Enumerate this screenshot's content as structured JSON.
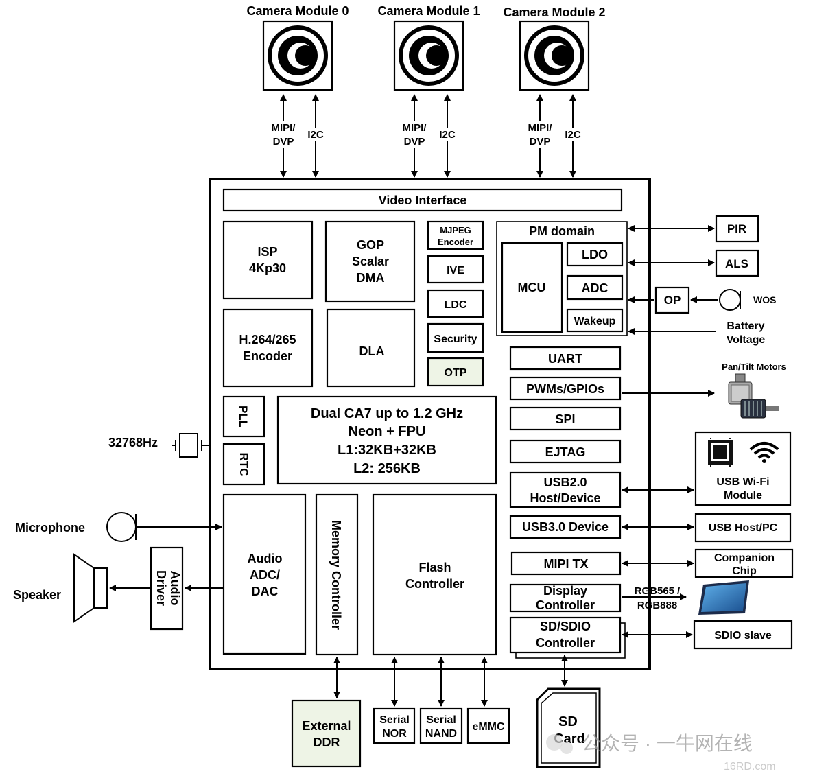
{
  "cameras": [
    {
      "title": "Camera Module 0",
      "bus_a": [
        "MIPI/",
        "DVP"
      ],
      "bus_b": "I2C"
    },
    {
      "title": "Camera Module 1",
      "bus_a": [
        "MIPI/",
        "DVP"
      ],
      "bus_b": "I2C"
    },
    {
      "title": "Camera Module 2",
      "bus_a": [
        "MIPI/",
        "DVP"
      ],
      "bus_b": "I2C"
    }
  ],
  "soc": {
    "video_interface": "Video Interface",
    "isp": [
      "ISP",
      "4Kp30"
    ],
    "gop": [
      "GOP",
      "Scalar",
      "DMA"
    ],
    "mjpeg": [
      "MJPEG",
      "Encoder"
    ],
    "ive": "IVE",
    "ldc": "LDC",
    "security": "Security",
    "otp": "OTP",
    "encoder": [
      "H.264/265",
      "Encoder"
    ],
    "dla": "DLA",
    "pll": "PLL",
    "rtc": "RTC",
    "cpu": [
      "Dual CA7 up to 1.2 GHz",
      "Neon + FPU",
      "L1:32KB+32KB",
      "L2: 256KB"
    ],
    "audio": [
      "Audio",
      "ADC/",
      "DAC"
    ],
    "memory_controller": "Memory Controller",
    "flash_controller": [
      "Flash",
      "Controller"
    ],
    "pm_domain": {
      "title": "PM domain",
      "mcu": "MCU",
      "ldo": "LDO",
      "adc": "ADC",
      "wakeup": "Wakeup"
    },
    "uart": "UART",
    "pwm_gpio": "PWMs/GPIOs",
    "spi": "SPI",
    "ejtag": "EJTAG",
    "usb2": [
      "USB2.0",
      "Host/Device"
    ],
    "usb3": "USB3.0 Device",
    "mipi_tx": "MIPI TX",
    "display": [
      "Display",
      "Controller"
    ],
    "sdio": [
      "SD/SDIO",
      "Controller"
    ]
  },
  "external": {
    "pir": "PIR",
    "als": "ALS",
    "op": "OP",
    "wos": "WOS",
    "battery": [
      "Battery",
      "Voltage"
    ],
    "motors": "Pan/Tilt Motors",
    "wifi": [
      "USB Wi-Fi",
      "Module"
    ],
    "usb_host_pc": "USB Host/PC",
    "companion": [
      "Companion",
      "Chip"
    ],
    "rgb": [
      "RGB565 /",
      "RGB888"
    ],
    "sdio_slave": "SDIO slave",
    "sd_card": [
      "SD",
      "Card"
    ],
    "crystal": "32768Hz",
    "microphone": "Microphone",
    "speaker": "Speaker",
    "audio_driver": [
      "Audio",
      "Driver"
    ],
    "external_ddr": [
      "External",
      "DDR"
    ],
    "serial_nor": [
      "Serial",
      "NOR"
    ],
    "serial_nand": [
      "Serial",
      "NAND"
    ],
    "emmc": "eMMC"
  },
  "watermark": {
    "text": "公众号 · 一牛网在线",
    "sub": "16RD.com"
  },
  "colors": {
    "otp_fill": "#eef4e6",
    "ddr_fill": "#eef4e6",
    "panel_blue": "#1f6fb5"
  }
}
